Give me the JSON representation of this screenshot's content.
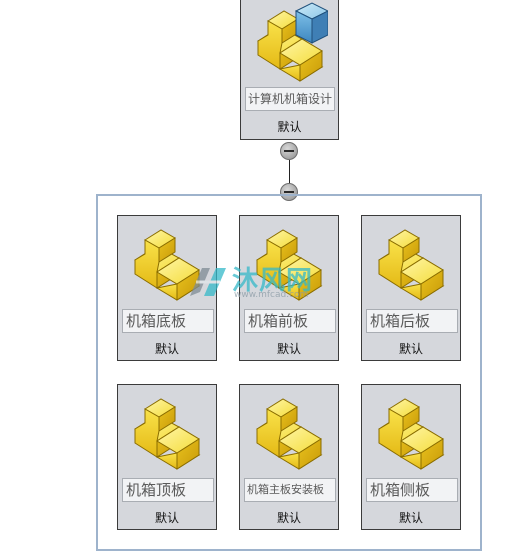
{
  "assembly": {
    "name": "计算机机箱设计",
    "config": "默认"
  },
  "parts": [
    {
      "name": "机箱底板",
      "config": "默认"
    },
    {
      "name": "机箱前板",
      "config": "默认"
    },
    {
      "name": "机箱后板",
      "config": "默认"
    },
    {
      "name": "机箱顶板",
      "config": "默认"
    },
    {
      "name": "机箱主板安装板",
      "config": "默认"
    },
    {
      "name": "机箱侧板",
      "config": "默认"
    }
  ],
  "watermark": {
    "text": "沐风网",
    "url": "www.mfcad.com"
  },
  "colors": {
    "card_bg": "#d5d7dc",
    "group_border": "#9eb3cc",
    "part_yellow": "#f6de3c",
    "cube_blue": "#59a6d4"
  },
  "icons": {
    "assembly": "assembly-icon",
    "part": "part-icon",
    "collapse": "collapse-knob-icon"
  }
}
